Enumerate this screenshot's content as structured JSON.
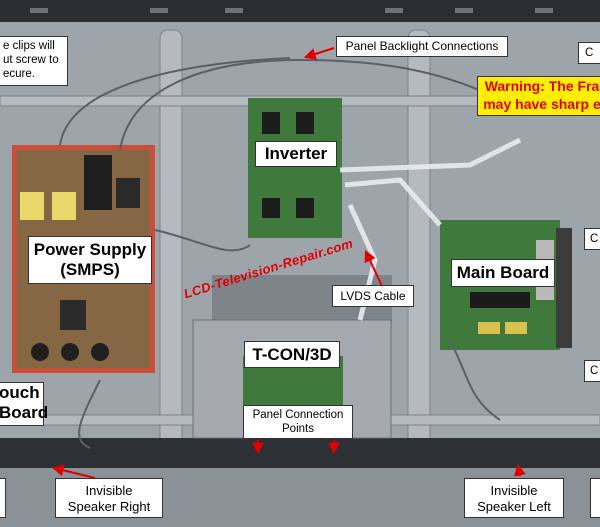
{
  "labels": {
    "clips_note": "e clips will\nut screw to\necure.",
    "backlight": "Panel Backlight Connections",
    "warning": "Warning: The Fra\nmay have sharp e",
    "inverter": "Inverter",
    "power_supply": "Power Supply\n(SMPS)",
    "main_board": "Main Board",
    "lvds": "LVDS Cable",
    "tcon": "T-CON/3D",
    "panel_connection": "Panel Connection\nPoints",
    "touch_board": "ouch\nBoard",
    "speaker_right": "Invisible\nSpeaker Right",
    "speaker_left": "Invisible\nSpeaker Left",
    "edge_c1": "C",
    "edge_c2": "C",
    "edge_c3": "C"
  },
  "watermark": "LCD-Television-Repair.com",
  "colors": {
    "warning_bg": "#ffee00",
    "warning_text": "#e00000",
    "arrow": "#e00000",
    "pcb_green": "#3f7a3c",
    "chassis": "#9aa1a6"
  }
}
